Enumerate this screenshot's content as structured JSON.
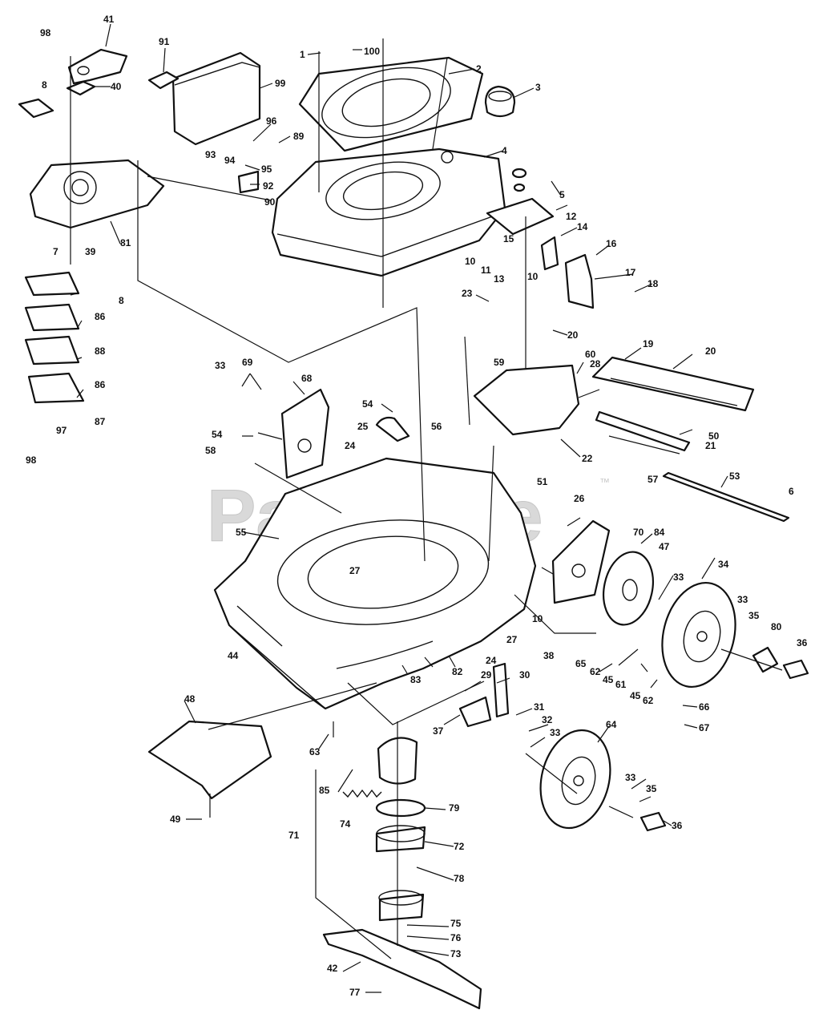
{
  "watermark": {
    "text": "PartsTree",
    "trademark": "™"
  },
  "callouts": [
    {
      "id": "c98a",
      "label": "98"
    },
    {
      "id": "c41",
      "label": "41"
    },
    {
      "id": "c91",
      "label": "91"
    },
    {
      "id": "c1",
      "label": "1"
    },
    {
      "id": "c100",
      "label": "100"
    },
    {
      "id": "c2",
      "label": "2"
    },
    {
      "id": "c3",
      "label": "3"
    },
    {
      "id": "c8a",
      "label": "8"
    },
    {
      "id": "c40",
      "label": "40"
    },
    {
      "id": "c99",
      "label": "99"
    },
    {
      "id": "c96",
      "label": "96"
    },
    {
      "id": "c89",
      "label": "89"
    },
    {
      "id": "c4",
      "label": "4"
    },
    {
      "id": "c93",
      "label": "93"
    },
    {
      "id": "c94",
      "label": "94"
    },
    {
      "id": "c95",
      "label": "95"
    },
    {
      "id": "c92",
      "label": "92"
    },
    {
      "id": "c90",
      "label": "90"
    },
    {
      "id": "c5",
      "label": "5"
    },
    {
      "id": "c12",
      "label": "12"
    },
    {
      "id": "c14",
      "label": "14"
    },
    {
      "id": "c16",
      "label": "16"
    },
    {
      "id": "c15",
      "label": "15"
    },
    {
      "id": "c10a",
      "label": "10"
    },
    {
      "id": "c11",
      "label": "11"
    },
    {
      "id": "c13",
      "label": "13"
    },
    {
      "id": "c10b",
      "label": "10"
    },
    {
      "id": "c17",
      "label": "17"
    },
    {
      "id": "c18",
      "label": "18"
    },
    {
      "id": "c23",
      "label": "23"
    },
    {
      "id": "c20a",
      "label": "20"
    },
    {
      "id": "c81",
      "label": "81"
    },
    {
      "id": "c7",
      "label": "7"
    },
    {
      "id": "c39",
      "label": "39"
    },
    {
      "id": "c8b",
      "label": "8"
    },
    {
      "id": "c86a",
      "label": "86"
    },
    {
      "id": "c88",
      "label": "88"
    },
    {
      "id": "c86b",
      "label": "86"
    },
    {
      "id": "c87",
      "label": "87"
    },
    {
      "id": "c97",
      "label": "97"
    },
    {
      "id": "c98b",
      "label": "98"
    },
    {
      "id": "c59",
      "label": "59"
    },
    {
      "id": "c60",
      "label": "60"
    },
    {
      "id": "c19",
      "label": "19"
    },
    {
      "id": "c28",
      "label": "28"
    },
    {
      "id": "c20b",
      "label": "20"
    },
    {
      "id": "c33a",
      "label": "33"
    },
    {
      "id": "c69",
      "label": "69"
    },
    {
      "id": "c68",
      "label": "68"
    },
    {
      "id": "c54a",
      "label": "54"
    },
    {
      "id": "c25",
      "label": "25"
    },
    {
      "id": "c56",
      "label": "56"
    },
    {
      "id": "c54b",
      "label": "54"
    },
    {
      "id": "c58",
      "label": "58"
    },
    {
      "id": "c24a",
      "label": "24"
    },
    {
      "id": "c50",
      "label": "50"
    },
    {
      "id": "c22",
      "label": "22"
    },
    {
      "id": "c21",
      "label": "21"
    },
    {
      "id": "c51",
      "label": "51"
    },
    {
      "id": "c57",
      "label": "57"
    },
    {
      "id": "c53",
      "label": "53"
    },
    {
      "id": "c6",
      "label": "6"
    },
    {
      "id": "c26",
      "label": "26"
    },
    {
      "id": "c55",
      "label": "55"
    },
    {
      "id": "c70",
      "label": "70"
    },
    {
      "id": "c84",
      "label": "84"
    },
    {
      "id": "c47",
      "label": "47"
    },
    {
      "id": "c34",
      "label": "34"
    },
    {
      "id": "c27a",
      "label": "27"
    },
    {
      "id": "c33b",
      "label": "33"
    },
    {
      "id": "c33c",
      "label": "33"
    },
    {
      "id": "c35a",
      "label": "35"
    },
    {
      "id": "c10c",
      "label": "10"
    },
    {
      "id": "c80",
      "label": "80"
    },
    {
      "id": "c36a",
      "label": "36"
    },
    {
      "id": "c27b",
      "label": "27"
    },
    {
      "id": "c44",
      "label": "44"
    },
    {
      "id": "c38",
      "label": "38"
    },
    {
      "id": "c65",
      "label": "65"
    },
    {
      "id": "c62a",
      "label": "62"
    },
    {
      "id": "c45a",
      "label": "45"
    },
    {
      "id": "c61",
      "label": "61"
    },
    {
      "id": "c24b",
      "label": "24"
    },
    {
      "id": "c82",
      "label": "82"
    },
    {
      "id": "c83",
      "label": "83"
    },
    {
      "id": "c45b",
      "label": "45"
    },
    {
      "id": "c62b",
      "label": "62"
    },
    {
      "id": "c29",
      "label": "29"
    },
    {
      "id": "c30",
      "label": "30"
    },
    {
      "id": "c66",
      "label": "66"
    },
    {
      "id": "c48",
      "label": "48"
    },
    {
      "id": "c31",
      "label": "31"
    },
    {
      "id": "c67",
      "label": "67"
    },
    {
      "id": "c37",
      "label": "37"
    },
    {
      "id": "c32",
      "label": "32"
    },
    {
      "id": "c33d",
      "label": "33"
    },
    {
      "id": "c63",
      "label": "63"
    },
    {
      "id": "c64",
      "label": "64"
    },
    {
      "id": "c85",
      "label": "85"
    },
    {
      "id": "c71",
      "label": "71"
    },
    {
      "id": "c79",
      "label": "79"
    },
    {
      "id": "c74",
      "label": "74"
    },
    {
      "id": "c33e",
      "label": "33"
    },
    {
      "id": "c35b",
      "label": "35"
    },
    {
      "id": "c49",
      "label": "49"
    },
    {
      "id": "c72",
      "label": "72"
    },
    {
      "id": "c36b",
      "label": "36"
    },
    {
      "id": "c78",
      "label": "78"
    },
    {
      "id": "c75",
      "label": "75"
    },
    {
      "id": "c76",
      "label": "76"
    },
    {
      "id": "c73",
      "label": "73"
    },
    {
      "id": "c42",
      "label": "42"
    },
    {
      "id": "c77",
      "label": "77"
    }
  ]
}
